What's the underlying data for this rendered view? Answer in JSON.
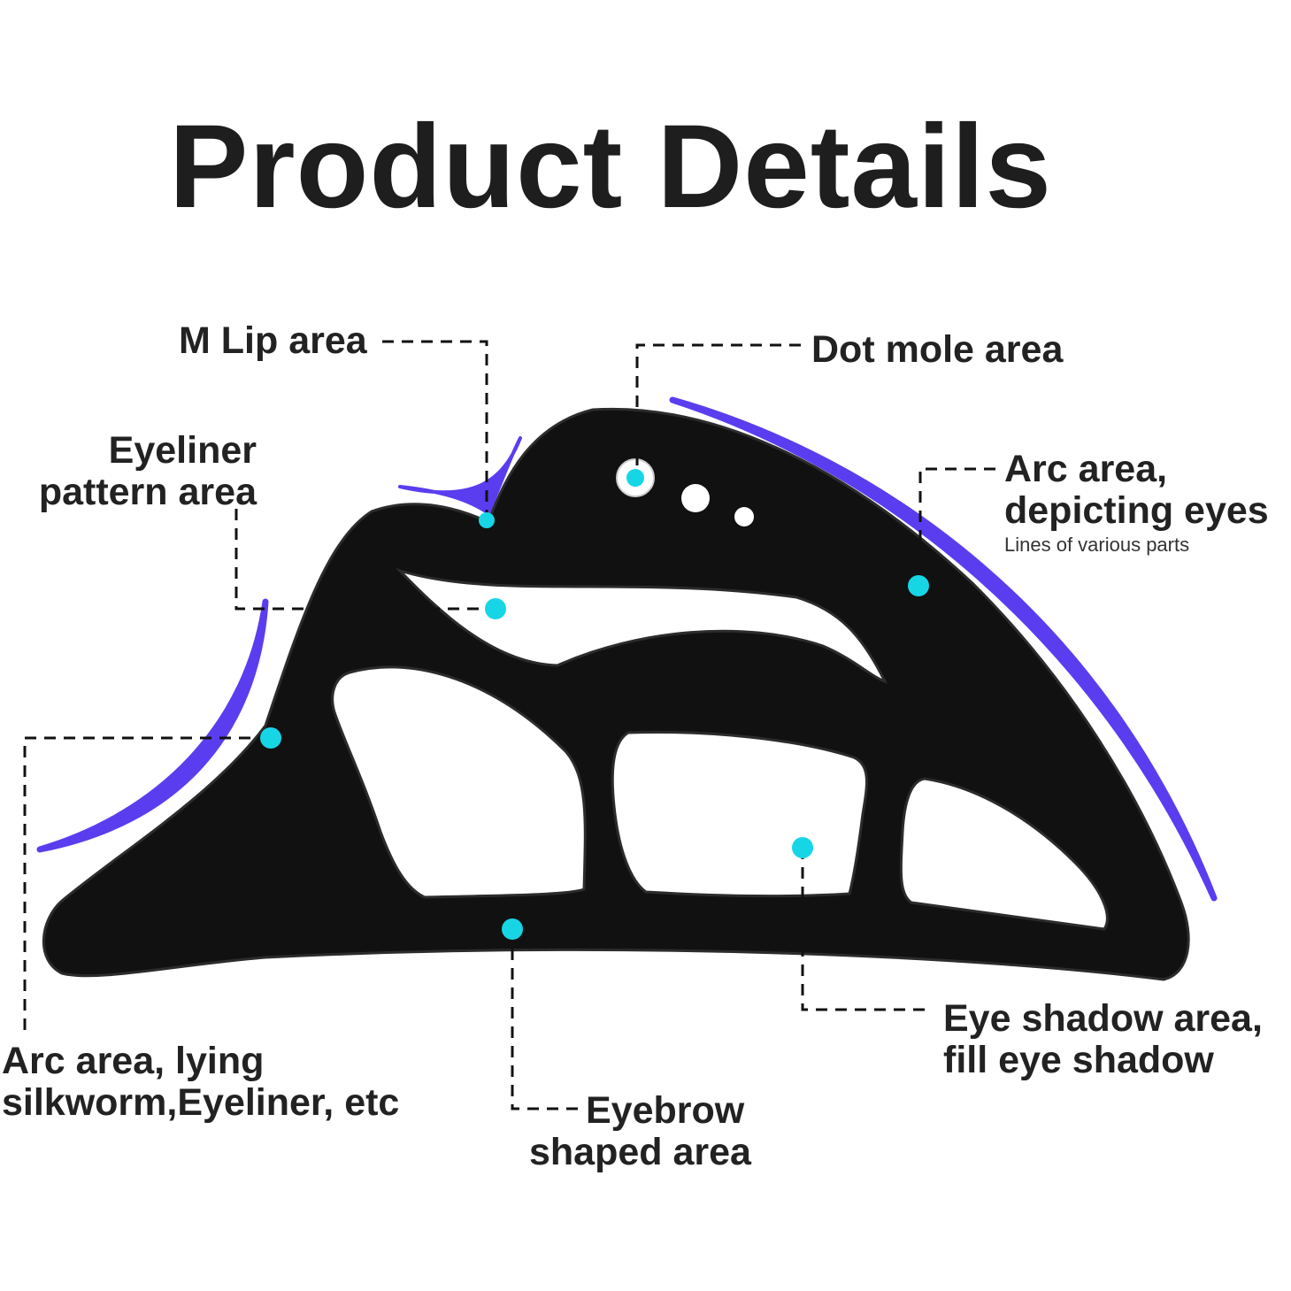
{
  "title": "Product Details",
  "colors": {
    "stencil": "#111111",
    "accent_stroke": "#5b3df0",
    "marker": "#16d6e6",
    "leader": "#111111"
  },
  "labels": {
    "m_lip": "M Lip area",
    "dot_mole": "Dot mole area",
    "eyeliner_pattern": [
      "Eyeliner",
      "pattern area"
    ],
    "arc_eyes": [
      "Arc area,",
      "depicting eyes"
    ],
    "arc_eyes_note": "Lines of various parts",
    "arc_lying": [
      "Arc area, lying",
      "silkworm,Eyeliner, etc"
    ],
    "eyebrow": [
      "Eyebrow",
      "shaped area"
    ],
    "eye_shadow": [
      "Eye shadow area,",
      "fill eye shadow"
    ]
  }
}
